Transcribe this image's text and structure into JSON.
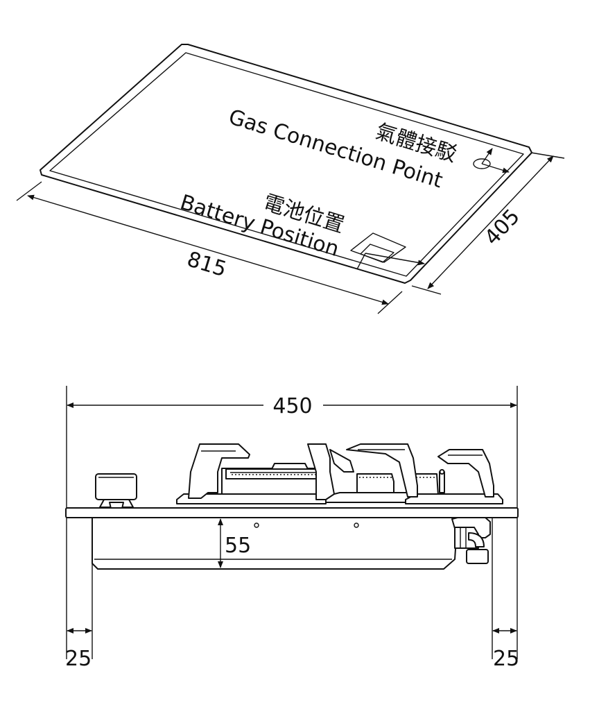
{
  "top_view": {
    "gas_label_zh": "氣體接駁",
    "gas_label_en": "Gas Connection Point",
    "battery_label_zh": "電池位置",
    "battery_label_en": "Battery Position",
    "width_dim": "815",
    "depth_dim": "405"
  },
  "side_view": {
    "overall_width_dim": "450",
    "body_depth_dim": "55",
    "left_clearance_dim": "25",
    "right_clearance_dim": "25"
  },
  "colors": {
    "line": "#111111",
    "background": "#ffffff"
  }
}
